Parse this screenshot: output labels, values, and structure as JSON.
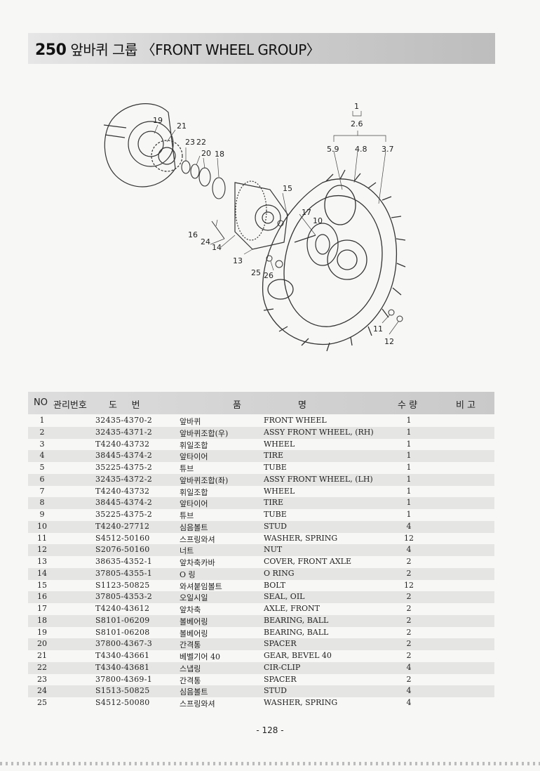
{
  "header": {
    "number": "250",
    "title": "앞바퀴 그룹 〈FRONT WHEEL GROUP〉"
  },
  "diagram": {
    "callouts": {
      "n19": "19",
      "n21": "21",
      "n23": "23",
      "n22": "22",
      "n20": "20",
      "n18": "18",
      "n15": "15",
      "n17": "17",
      "n10": "10",
      "n16": "16",
      "n24": "24",
      "n14": "14",
      "n13": "13",
      "n25": "25",
      "n26": "26",
      "n11": "11",
      "n12": "12",
      "n1": "1",
      "n26b": "2.6",
      "n59": "5.9",
      "n48": "4.8",
      "n37": "3.7"
    }
  },
  "columns": {
    "no": "NO",
    "mgmt": "관리번호",
    "drawing": "도     번",
    "name1": "품",
    "name2": "명",
    "qty": "수 량",
    "remark": "비 고"
  },
  "rows": [
    {
      "no": "1",
      "part": "32435-4370-2",
      "kor": "앞바퀴",
      "eng": "FRONT WHEEL",
      "qty": "1"
    },
    {
      "no": "2",
      "part": "32435-4371-2",
      "kor": "앞바퀴조합(우)",
      "eng": "ASSY FRONT WHEEL, (RH)",
      "qty": "1"
    },
    {
      "no": "3",
      "part": "T4240-43732",
      "kor": "휘일조합",
      "eng": "WHEEL",
      "qty": "1"
    },
    {
      "no": "4",
      "part": "38445-4374-2",
      "kor": "앞타이어",
      "eng": "TIRE",
      "qty": "1"
    },
    {
      "no": "5",
      "part": "35225-4375-2",
      "kor": "튜브",
      "eng": "TUBE",
      "qty": "1"
    },
    {
      "no": "6",
      "part": "32435-4372-2",
      "kor": "앞바퀴조합(좌)",
      "eng": "ASSY FRONT WHEEL, (LH)",
      "qty": "1"
    },
    {
      "no": "7",
      "part": "T4240-43732",
      "kor": "휘일조합",
      "eng": "WHEEL",
      "qty": "1"
    },
    {
      "no": "8",
      "part": "38445-4374-2",
      "kor": "앞타이어",
      "eng": "TIRE",
      "qty": "1"
    },
    {
      "no": "9",
      "part": "35225-4375-2",
      "kor": "튜브",
      "eng": "TUBE",
      "qty": "1"
    },
    {
      "no": "10",
      "part": "T4240-27712",
      "kor": "심음볼트",
      "eng": "STUD",
      "qty": "4"
    },
    {
      "no": "11",
      "part": "S4512-50160",
      "kor": "스프링와셔",
      "eng": "WASHER, SPRING",
      "qty": "12"
    },
    {
      "no": "12",
      "part": "S2076-50160",
      "kor": "너트",
      "eng": "NUT",
      "qty": "4"
    },
    {
      "no": "13",
      "part": "38635-4352-1",
      "kor": "앞차축카바",
      "eng": "COVER, FRONT AXLE",
      "qty": "2"
    },
    {
      "no": "14",
      "part": "37805-4355-1",
      "kor": "O 링",
      "eng": "O RING",
      "qty": "2"
    },
    {
      "no": "15",
      "part": "S1123-50825",
      "kor": "와셔붙임볼트",
      "eng": "BOLT",
      "qty": "12"
    },
    {
      "no": "16",
      "part": "37805-4353-2",
      "kor": "오일시일",
      "eng": "SEAL, OIL",
      "qty": "2"
    },
    {
      "no": "17",
      "part": "T4240-43612",
      "kor": "앞차축",
      "eng": "AXLE, FRONT",
      "qty": "2"
    },
    {
      "no": "18",
      "part": "S8101-06209",
      "kor": "볼베어링",
      "eng": "BEARING, BALL",
      "qty": "2"
    },
    {
      "no": "19",
      "part": "S8101-06208",
      "kor": "볼베어링",
      "eng": "BEARING, BALL",
      "qty": "2"
    },
    {
      "no": "20",
      "part": "37800-4367-3",
      "kor": "간격통",
      "eng": "SPACER",
      "qty": "2"
    },
    {
      "no": "21",
      "part": "T4340-43661",
      "kor": "베벨기어 40",
      "eng": "GEAR, BEVEL 40",
      "qty": "2"
    },
    {
      "no": "22",
      "part": "T4340-43681",
      "kor": "스냅링",
      "eng": "CIR-CLIP",
      "qty": "4"
    },
    {
      "no": "23",
      "part": "37800-4369-1",
      "kor": "간격통",
      "eng": "SPACER",
      "qty": "2"
    },
    {
      "no": "24",
      "part": "S1513-50825",
      "kor": "심음볼트",
      "eng": "STUD",
      "qty": "4"
    },
    {
      "no": "25",
      "part": "S4512-50080",
      "kor": "스프링와셔",
      "eng": "WASHER, SPRING",
      "qty": "4"
    }
  ],
  "footer": {
    "page": "- 128 -"
  }
}
